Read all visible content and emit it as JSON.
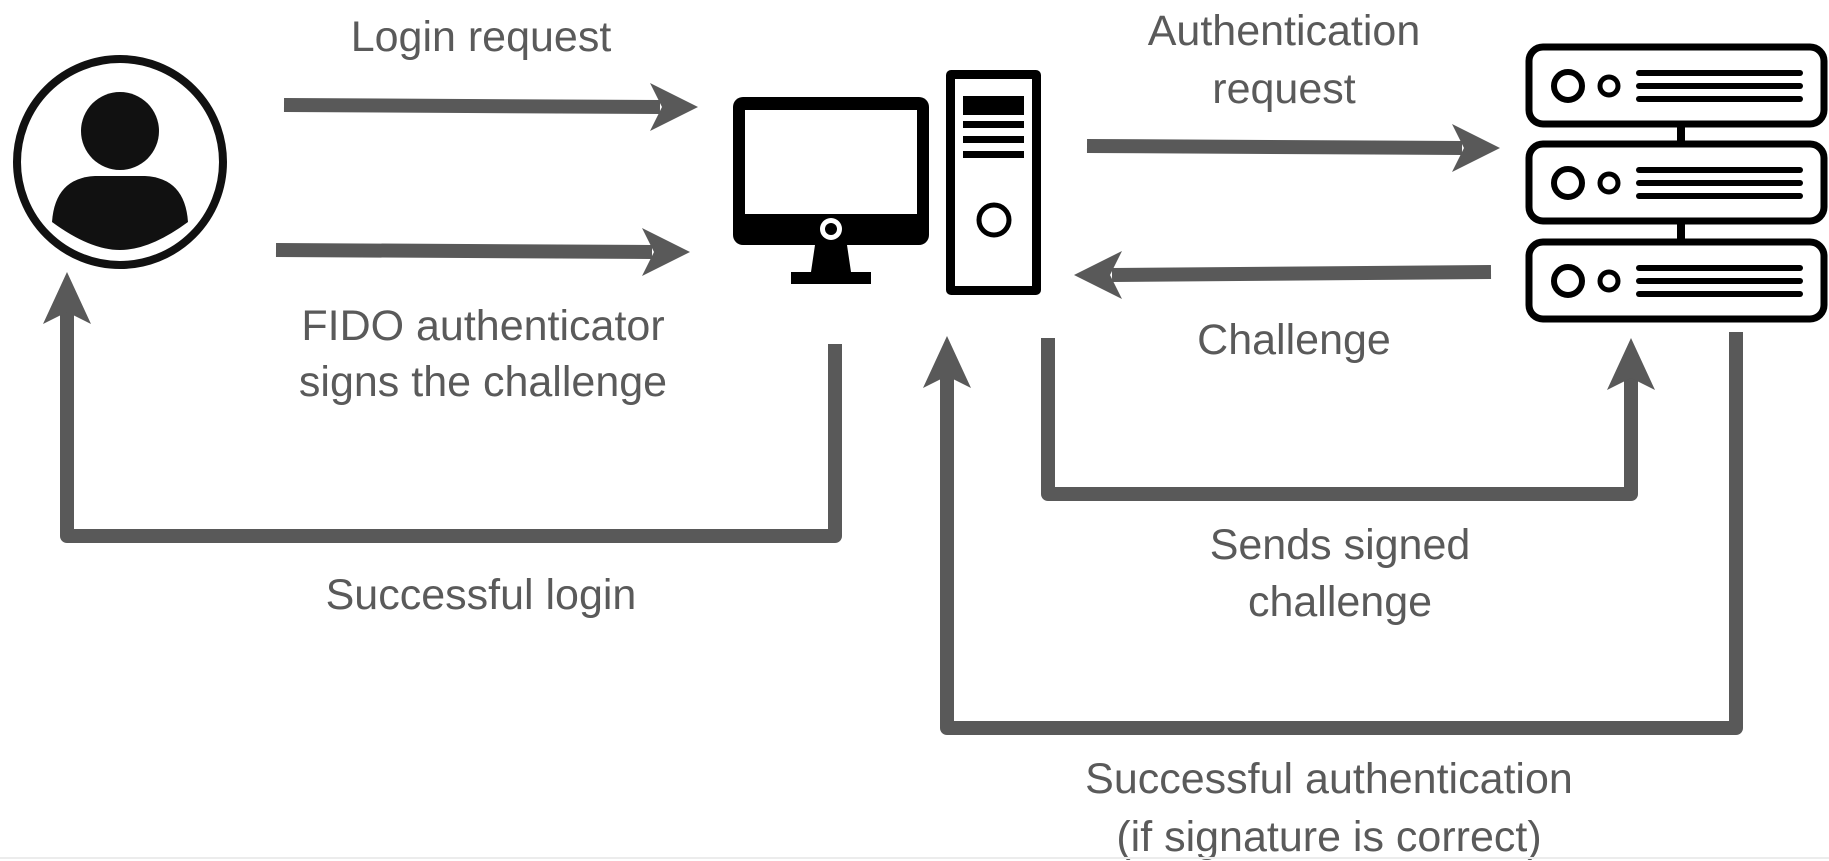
{
  "labels": {
    "login_request": "Login request",
    "fido_signs_line1": "FIDO authenticator",
    "fido_signs_line2": "signs the challenge",
    "successful_login": "Successful login",
    "auth_request_line1": "Authentication",
    "auth_request_line2": "request",
    "challenge": "Challenge",
    "sends_signed_line1": "Sends signed",
    "sends_signed_line2": "challenge",
    "successful_auth_line1": "Successful authentication",
    "successful_auth_line2": "(if signature is correct)"
  },
  "icons": {
    "user": "user-icon",
    "client": "computer-icon",
    "server": "server-rack-icon"
  },
  "colors": {
    "arrow": "#595959",
    "icon": "#000000",
    "text": "#5a5a5a"
  }
}
